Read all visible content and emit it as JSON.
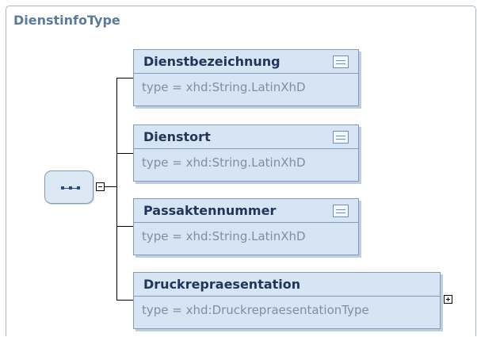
{
  "diagram": {
    "title": "DienstinfoType",
    "elements": [
      {
        "name": "Dienstbezeichnung",
        "type": "type = xhd:String.LatinXhD",
        "has_annotation": true,
        "expandable": false
      },
      {
        "name": "Dienstort",
        "type": "type = xhd:String.LatinXhD",
        "has_annotation": true,
        "expandable": false
      },
      {
        "name": "Passaktennummer",
        "type": "type = xhd:String.LatinXhD",
        "has_annotation": true,
        "expandable": false
      },
      {
        "name": "Druckrepraesentation",
        "type": "type = xhd:DruckrepraesentationType",
        "has_annotation": false,
        "expandable": true
      }
    ],
    "compositor": "sequence",
    "compositor_icon": "sequence-dots-icon",
    "colors": {
      "title": "#5a7aa0",
      "element_fill": "#d7e4f4",
      "element_border": "#7f9db9",
      "element_name": "#1f3658",
      "type_text": "#7d8fa6"
    }
  }
}
